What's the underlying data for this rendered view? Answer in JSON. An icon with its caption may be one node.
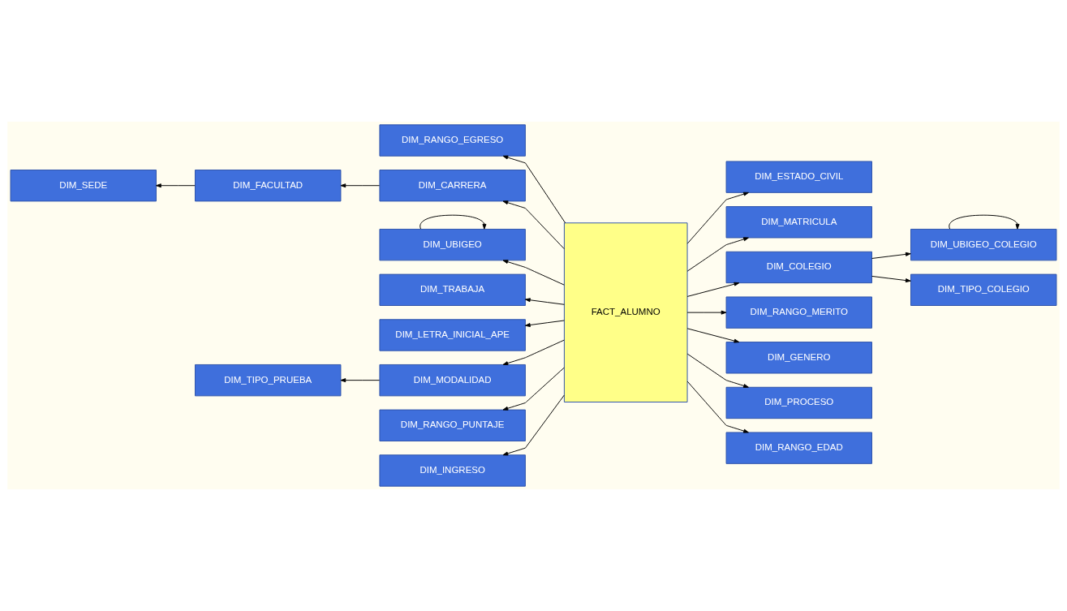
{
  "diagram": {
    "nodes": [
      {
        "text": [
          "DIM_RANGO_EGRESO"
        ]
      },
      {
        "text": [
          "DIM_SEDE"
        ]
      },
      {
        "text": [
          "DIM_ESTADO_CIVIL"
        ]
      },
      {
        "text": [
          "DIM_FACULTAD"
        ]
      },
      {
        "text": [
          "DIM_MATRICULA"
        ]
      },
      {
        "text": [
          "DIM_UBIGEO_COLEGIO"
        ]
      },
      {
        "text": [
          "DIM_CARRERA"
        ]
      },
      {
        "text": [
          "FACT_ALUMNO"
        ]
      },
      {
        "text": [
          "DIM_TIPO_COLEGIO"
        ]
      },
      {
        "text": [
          "DIM_UBIGEO"
        ]
      },
      {
        "text": [
          "DIM_COLEGIO"
        ]
      },
      {
        "text": [
          "DIM_TRABAJA"
        ]
      },
      {
        "text": [
          "DIM_RANGO_MERITO"
        ]
      },
      {
        "text": [
          "DIM_LETRA_INICIAL_APE"
        ]
      },
      {
        "text": [
          "DIM_GENERO"
        ]
      },
      {
        "text": [
          "DIM_MODALIDAD"
        ]
      },
      {
        "text": [
          "DIM_PROCESO"
        ]
      },
      {
        "text": [
          "DIM_TIPO_PRUEBA"
        ]
      },
      {
        "text": [
          "DIM_RANGO_PUNTAJE"
        ]
      },
      {
        "text": [
          "DIM_INGRESO"
        ]
      },
      {
        "text": [
          "DIM_RANGO_EDAD"
        ]
      }
    ],
    "edges": [
      {
        "from": 7,
        "to": 0,
        "arrow": "to"
      },
      {
        "from": 7,
        "to": 2,
        "arrow": "to"
      },
      {
        "from": 7,
        "to": 4,
        "arrow": "to"
      },
      {
        "from": 7,
        "to": 6,
        "arrow": "to"
      },
      {
        "from": 6,
        "to": 3,
        "arrow": "to"
      },
      {
        "from": 3,
        "to": 1,
        "arrow": "to"
      },
      {
        "from": 9,
        "to": 9,
        "arrow": "to"
      },
      {
        "from": 7,
        "to": 9,
        "arrow": "to"
      },
      {
        "from": 7,
        "to": 11,
        "arrow": "to"
      },
      {
        "from": 7,
        "to": 13,
        "arrow": "to"
      },
      {
        "from": 7,
        "to": 15,
        "arrow": "to"
      },
      {
        "from": 15,
        "to": 17,
        "arrow": "to"
      },
      {
        "from": 7,
        "to": 18,
        "arrow": "to"
      },
      {
        "from": 7,
        "to": 19,
        "arrow": "to"
      },
      {
        "from": 5,
        "to": 5,
        "arrow": "to"
      },
      {
        "from": 10,
        "to": 8,
        "arrow": "to"
      },
      {
        "from": 10,
        "to": 5,
        "arrow": "to"
      },
      {
        "from": 7,
        "to": 10,
        "arrow": "to"
      },
      {
        "from": 7,
        "to": 12,
        "arrow": "to"
      },
      {
        "from": 7,
        "to": 14,
        "arrow": "to"
      },
      {
        "from": 7,
        "to": 16,
        "arrow": "to"
      },
      {
        "from": 7,
        "to": 20,
        "arrow": "to"
      }
    ]
  }
}
